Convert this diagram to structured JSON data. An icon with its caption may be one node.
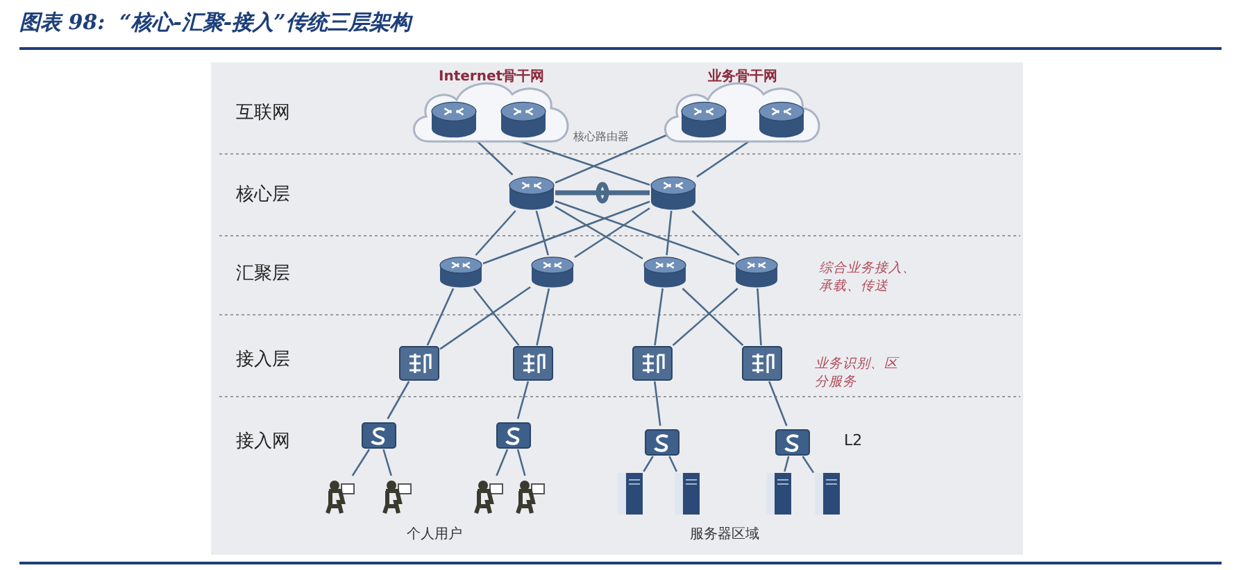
{
  "diagram": {
    "title": "图表 98:  “核心-汇聚-接入”传统三层架构",
    "nodes": [
      {
        "text": [
          "Internet骨干网"
        ]
      },
      {
        "text": [],
        "shape": "picture",
        "in": 0
      },
      {
        "text": [],
        "shape": "picture",
        "in": 0
      },
      {
        "text": [
          "业务骨干网"
        ]
      },
      {
        "text": [],
        "shape": "picture",
        "in": 3
      },
      {
        "text": [],
        "shape": "picture",
        "in": 3
      },
      {
        "text": [],
        "shape": "picture"
      },
      {
        "text": [],
        "shape": "picture"
      },
      {
        "text": [],
        "shape": "picture"
      },
      {
        "text": [],
        "shape": "picture"
      },
      {
        "text": [],
        "shape": "picture"
      },
      {
        "text": [],
        "shape": "picture"
      },
      {
        "text": [],
        "shape": "picture"
      },
      {
        "text": [],
        "shape": "picture"
      },
      {
        "text": [],
        "shape": "picture"
      },
      {
        "text": [],
        "shape": "picture"
      },
      {
        "text": [],
        "shape": "picture"
      },
      {
        "text": [],
        "shape": "picture"
      },
      {
        "text": [],
        "shape": "picture"
      },
      {
        "text": [],
        "shape": "picture"
      },
      {
        "text": [],
        "shape": "person"
      },
      {
        "text": [],
        "shape": "person"
      },
      {
        "text": [],
        "shape": "person"
      },
      {
        "text": [],
        "shape": "person"
      },
      {
        "text": [],
        "shape": "picture"
      },
      {
        "text": [],
        "shape": "picture"
      },
      {
        "text": [],
        "shape": "picture"
      },
      {
        "text": [],
        "shape": "picture"
      }
    ],
    "edges": [
      {
        "from": 1,
        "to": 6,
        "arrow": "none"
      },
      {
        "from": 1,
        "to": 7,
        "arrow": "none"
      },
      {
        "from": 4,
        "to": 6,
        "arrow": "none"
      },
      {
        "from": 5,
        "to": 7,
        "arrow": "none"
      },
      {
        "from": 6,
        "to": 7,
        "arrow": "none",
        "style": "thick"
      },
      {
        "from": 6,
        "to": 8,
        "arrow": "none"
      },
      {
        "from": 6,
        "to": 9,
        "arrow": "none"
      },
      {
        "from": 6,
        "to": 10,
        "arrow": "none"
      },
      {
        "from": 6,
        "to": 11,
        "arrow": "none"
      },
      {
        "from": 7,
        "to": 8,
        "arrow": "none"
      },
      {
        "from": 7,
        "to": 9,
        "arrow": "none"
      },
      {
        "from": 7,
        "to": 10,
        "arrow": "none"
      },
      {
        "from": 7,
        "to": 11,
        "arrow": "none"
      },
      {
        "from": 8,
        "to": 12,
        "arrow": "none"
      },
      {
        "from": 8,
        "to": 13,
        "arrow": "none"
      },
      {
        "from": 9,
        "to": 12,
        "arrow": "none"
      },
      {
        "from": 9,
        "to": 13,
        "arrow": "none"
      },
      {
        "from": 10,
        "to": 14,
        "arrow": "none"
      },
      {
        "from": 10,
        "to": 15,
        "arrow": "none"
      },
      {
        "from": 11,
        "to": 14,
        "arrow": "none"
      },
      {
        "from": 11,
        "to": 15,
        "arrow": "none"
      },
      {
        "from": 12,
        "to": 16,
        "arrow": "none"
      },
      {
        "from": 13,
        "to": 17,
        "arrow": "none"
      },
      {
        "from": 14,
        "to": 18,
        "arrow": "none"
      },
      {
        "from": 15,
        "to": 19,
        "arrow": "none"
      },
      {
        "from": 16,
        "to": 20,
        "arrow": "none"
      },
      {
        "from": 16,
        "to": 21,
        "arrow": "none"
      },
      {
        "from": 17,
        "to": 22,
        "arrow": "none"
      },
      {
        "from": 17,
        "to": 23,
        "arrow": "none"
      },
      {
        "from": 18,
        "to": 24,
        "arrow": "none"
      },
      {
        "from": 18,
        "to": 25,
        "arrow": "none"
      },
      {
        "from": 19,
        "to": 26,
        "arrow": "none"
      },
      {
        "from": 19,
        "to": 27,
        "arrow": "none"
      }
    ],
    "labels": [
      "互联网",
      "核心路由器",
      "核心层",
      "汇聚层",
      "综合业务接入、承载、传送",
      "接入层",
      "业务识别、区分服务",
      "接入网",
      "L2",
      "个人用户",
      "服务器区域"
    ]
  }
}
